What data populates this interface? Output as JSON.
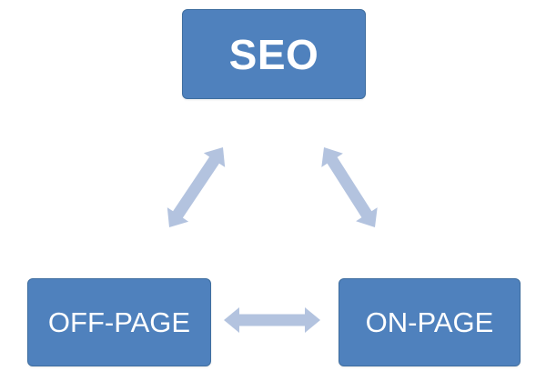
{
  "diagram": {
    "nodes": {
      "top": "SEO",
      "left": "OFF-PAGE",
      "right": "ON-PAGE"
    },
    "colors": {
      "node_fill": "#4f81bd",
      "node_border": "#3f6e9f",
      "node_text": "#ffffff",
      "arrow_fill": "#b3c3df"
    },
    "connectors": [
      {
        "from": "top",
        "to": "left",
        "style": "double-arrow"
      },
      {
        "from": "top",
        "to": "right",
        "style": "double-arrow"
      },
      {
        "from": "left",
        "to": "right",
        "style": "double-arrow"
      }
    ]
  }
}
